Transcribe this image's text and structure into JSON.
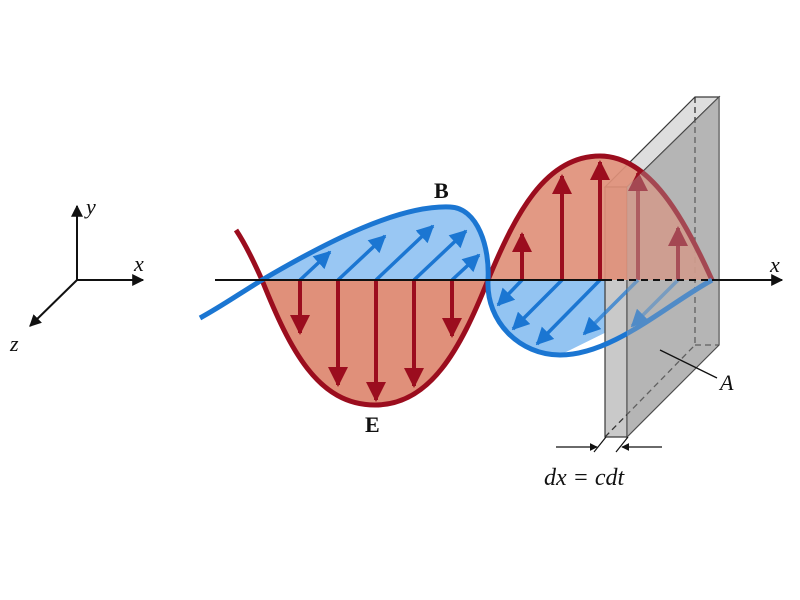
{
  "labels": {
    "axis_y": "y",
    "axis_x_small": "x",
    "axis_z": "z",
    "axis_x_main": "x",
    "field_B": "B",
    "field_E": "E",
    "area_A": "A",
    "thickness": "dx = cdt"
  },
  "colors": {
    "e_field": "#9b0d1e",
    "e_fill": "#e0907a",
    "b_field": "#1b76d2",
    "b_fill": "#93c4f2",
    "slab_front": "#c9c9c9",
    "slab_face": "#b5b5b5",
    "slab_top": "#dedede",
    "axis": "#111111"
  }
}
